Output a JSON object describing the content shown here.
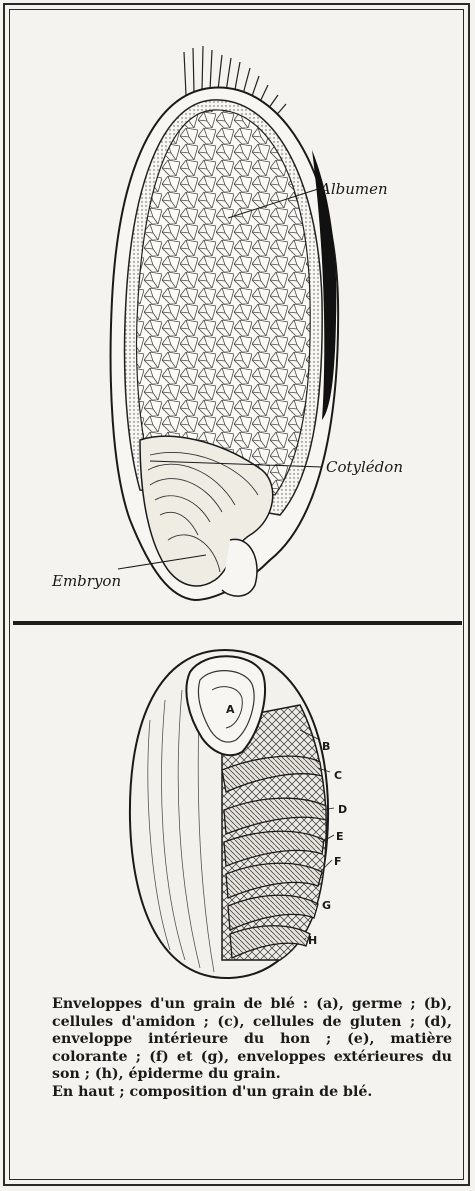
{
  "top_figure": {
    "labels": {
      "albumen": "Albumen",
      "cotyledon": "Cotylédon",
      "embryon": "Embryon"
    }
  },
  "bottom_figure": {
    "labels": [
      "A",
      "B",
      "C",
      "D",
      "E",
      "F",
      "G",
      "H"
    ]
  },
  "caption": {
    "paragraph1": "Enveloppes d'un grain de blé : (a), germe ; (b), cellules d'amidon ; (c), cellules de gluten ; (d), enveloppe intérieure du hon ; (e), matière colorante ; (f) et (g), enveloppes extérieures du son ; (h), épiderme du grain.",
    "paragraph2": "En haut ; composition d'un grain de blé."
  },
  "colors": {
    "paper": "#f4f3ef",
    "ink": "#1a1a1a"
  }
}
